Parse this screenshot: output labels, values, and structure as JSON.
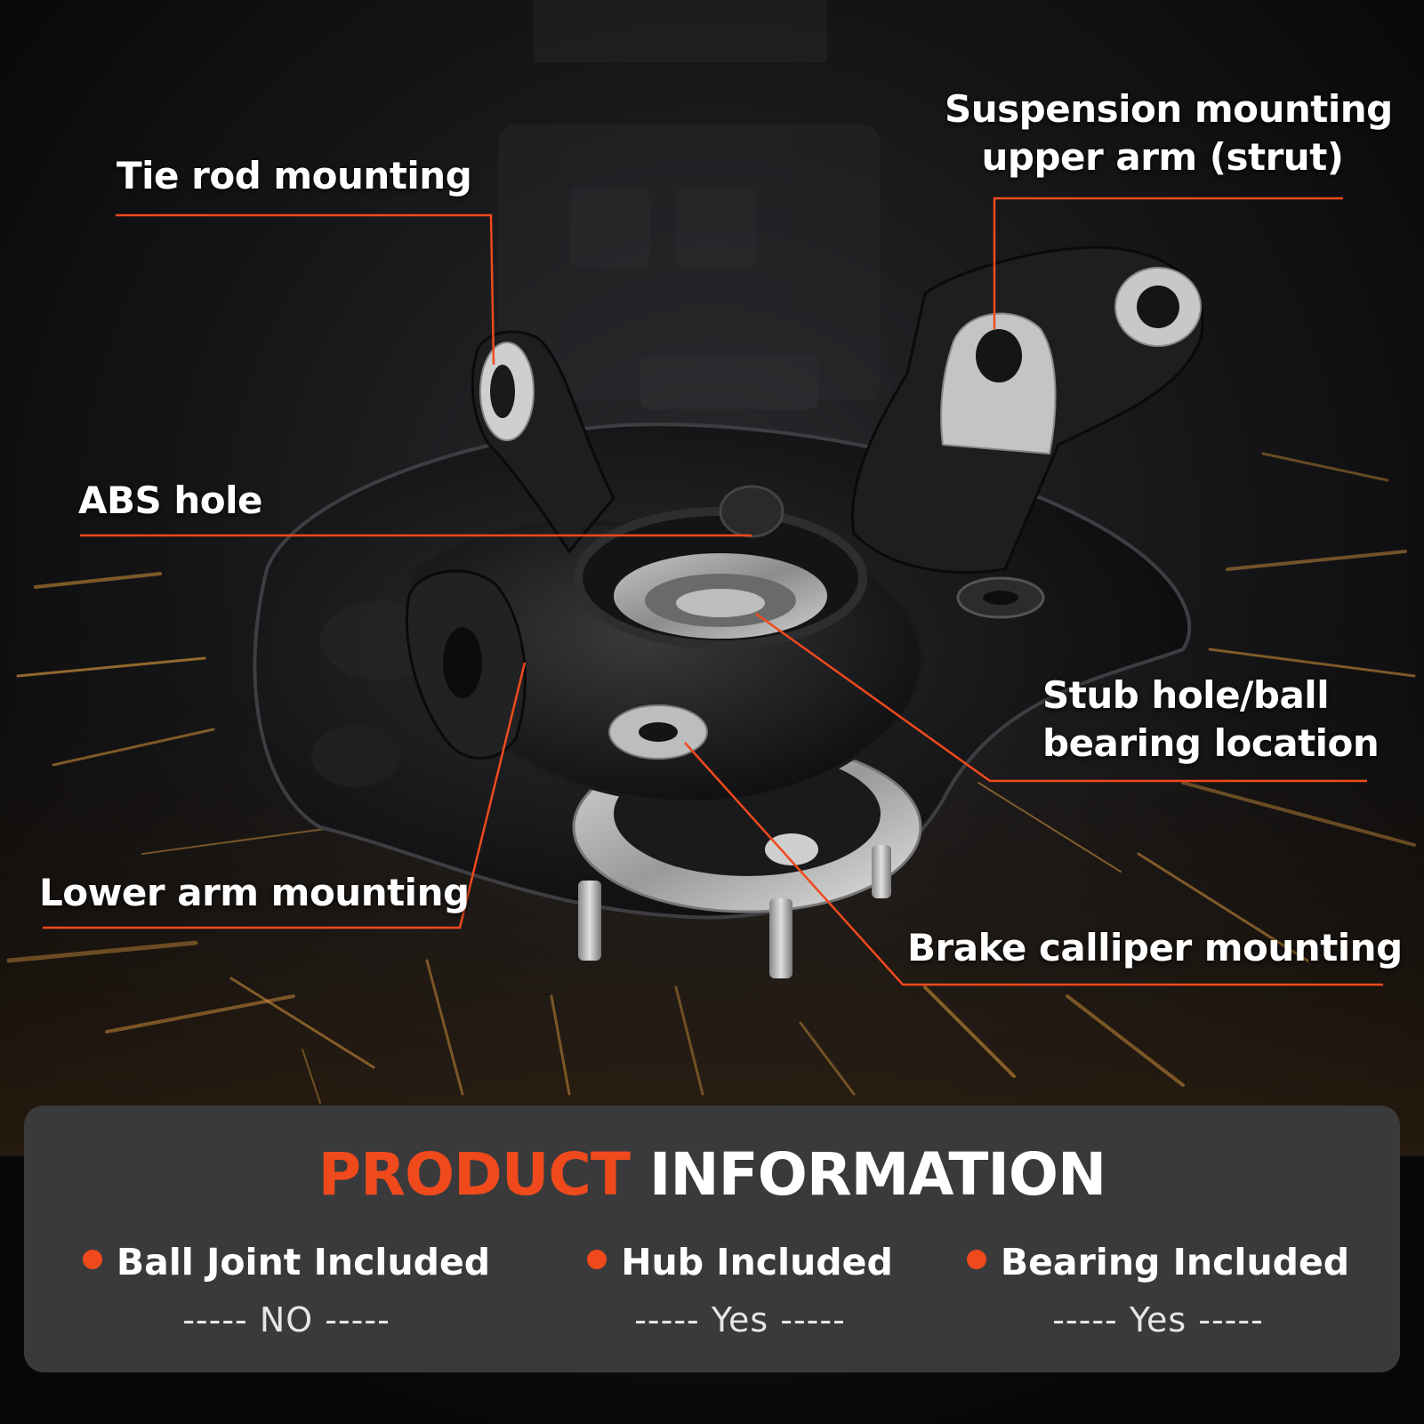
{
  "colors": {
    "accent": "#f04a1c",
    "panel": "#3a3a3c",
    "background": "#0c0c0e",
    "text": "#ffffff"
  },
  "callouts": {
    "tie_rod": "Tie rod mounting",
    "suspension_line1": "Suspension mounting",
    "suspension_line2": "upper arm (strut)",
    "abs": "ABS hole",
    "stub_line1": "Stub hole/ball",
    "stub_line2": "bearing location",
    "lower_arm": "Lower arm mounting",
    "brake": "Brake calliper mounting"
  },
  "info": {
    "title_accent": "PRODUCT",
    "title_main": "INFORMATION",
    "features": [
      {
        "label": "Ball Joint Included",
        "value": "----- NO -----"
      },
      {
        "label": "Hub Included",
        "value": "----- Yes -----"
      },
      {
        "label": "Bearing Included",
        "value": "----- Yes -----"
      }
    ]
  }
}
